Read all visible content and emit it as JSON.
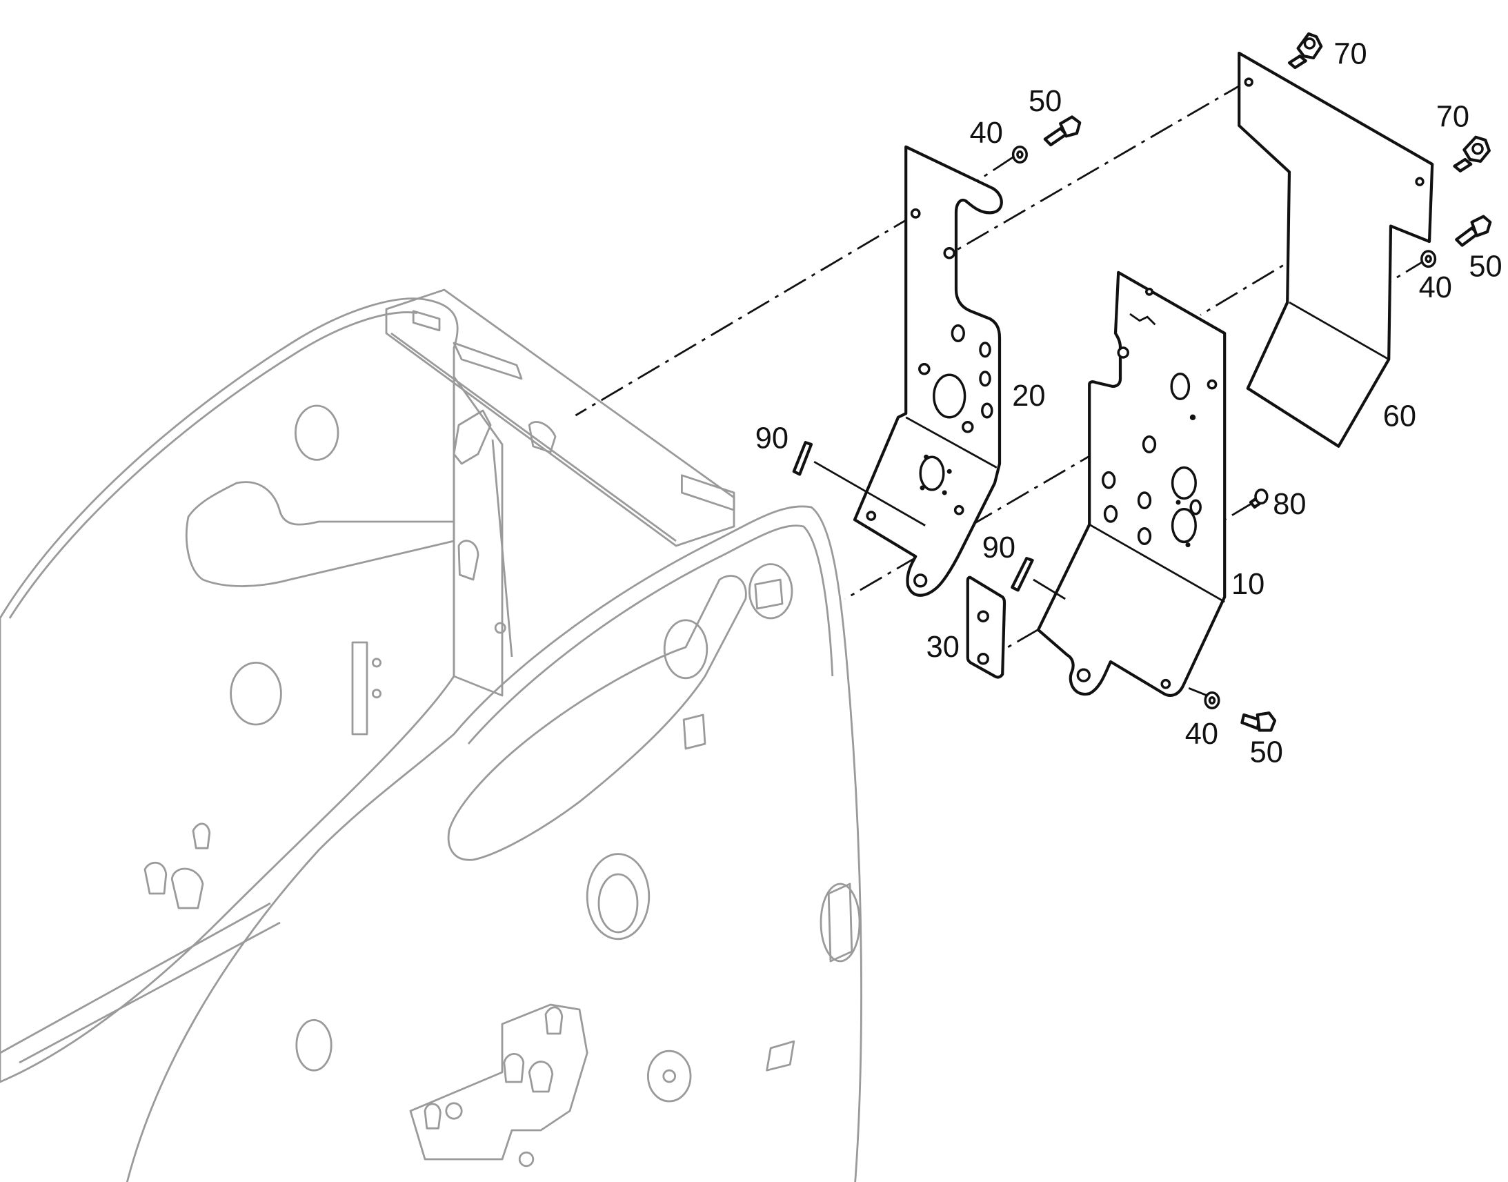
{
  "diagram": {
    "type": "exploded parts diagram",
    "line_color": "#111111",
    "ghost_color": "#9a9a9a",
    "background": "#ffffff"
  },
  "callouts": {
    "c70a": "70",
    "c70b": "70",
    "c50a": "50",
    "c40a": "40",
    "c50b": "50",
    "c40b": "40",
    "c20": "20",
    "c60": "60",
    "c90a": "90",
    "c80": "80",
    "c90b": "90",
    "c10": "10",
    "c30": "30",
    "c40c": "40",
    "c50c": "50"
  }
}
